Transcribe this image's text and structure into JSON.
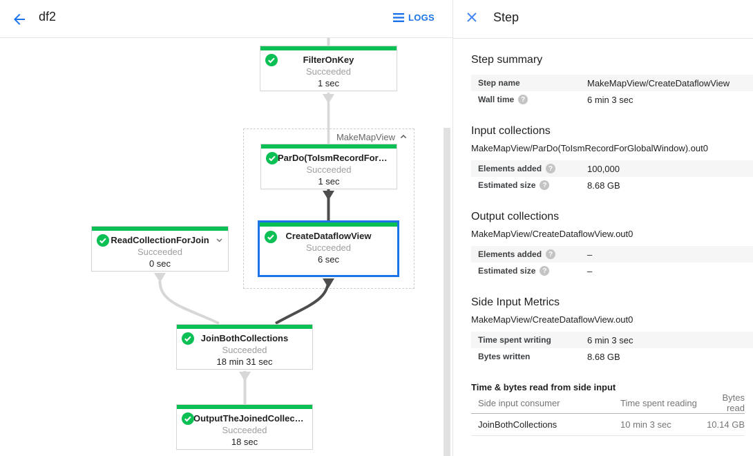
{
  "header": {
    "title": "df2",
    "logs_label": "LOGS"
  },
  "graph": {
    "group_label": "MakeMapView",
    "nodes": {
      "filter_on_key": {
        "title": "FilterOnKey",
        "status": "Succeeded",
        "time": "1 sec"
      },
      "pardo_toism": {
        "title": "ParDo(ToIsmRecordFor…",
        "status": "Succeeded",
        "time": "1 sec"
      },
      "create_dataflow_view": {
        "title": "CreateDataflowView",
        "status": "Succeeded",
        "time": "6 sec"
      },
      "read_collection": {
        "title": "ReadCollectionForJoin",
        "status": "Succeeded",
        "time": "0 sec"
      },
      "join_both": {
        "title": "JoinBothCollections",
        "status": "Succeeded",
        "time": "18 min 31 sec"
      },
      "output_joined": {
        "title": "OutputTheJoinedCollec…",
        "status": "Succeeded",
        "time": "18 sec"
      }
    }
  },
  "panel": {
    "title": "Step",
    "step_summary": {
      "heading": "Step summary",
      "rows": [
        {
          "label": "Step name",
          "value": "MakeMapView/CreateDataflowView"
        },
        {
          "label": "Wall time",
          "value": "6 min 3 sec"
        }
      ]
    },
    "input_collections": {
      "heading": "Input collections",
      "subtitle": "MakeMapView/ParDo(ToIsmRecordForGlobalWindow).out0",
      "rows": [
        {
          "label": "Elements added",
          "value": "100,000"
        },
        {
          "label": "Estimated size",
          "value": "8.68 GB"
        }
      ]
    },
    "output_collections": {
      "heading": "Output collections",
      "subtitle": "MakeMapView/CreateDataflowView.out0",
      "rows": [
        {
          "label": "Elements added",
          "value": "–"
        },
        {
          "label": "Estimated size",
          "value": "–"
        }
      ]
    },
    "side_input_metrics": {
      "heading": "Side Input Metrics",
      "subtitle": "MakeMapView/CreateDataflowView.out0",
      "rows": [
        {
          "label": "Time spent writing",
          "value": "6 min 3 sec"
        },
        {
          "label": "Bytes written",
          "value": "8.68 GB"
        }
      ]
    },
    "side_input_table": {
      "heading": "Time & bytes read from side input",
      "headers": [
        "Side input consumer",
        "Time spent reading",
        "Bytes read"
      ],
      "rows": [
        [
          "JoinBothCollections",
          "10 min 3 sec",
          "10.14 GB"
        ]
      ]
    }
  },
  "colors": {
    "accent_blue": "#1a73e8",
    "success_green": "#0abf53",
    "selected_border": "#1a73e8",
    "edge_light": "#d7d7d7",
    "edge_dark": "#4d4d4d"
  }
}
